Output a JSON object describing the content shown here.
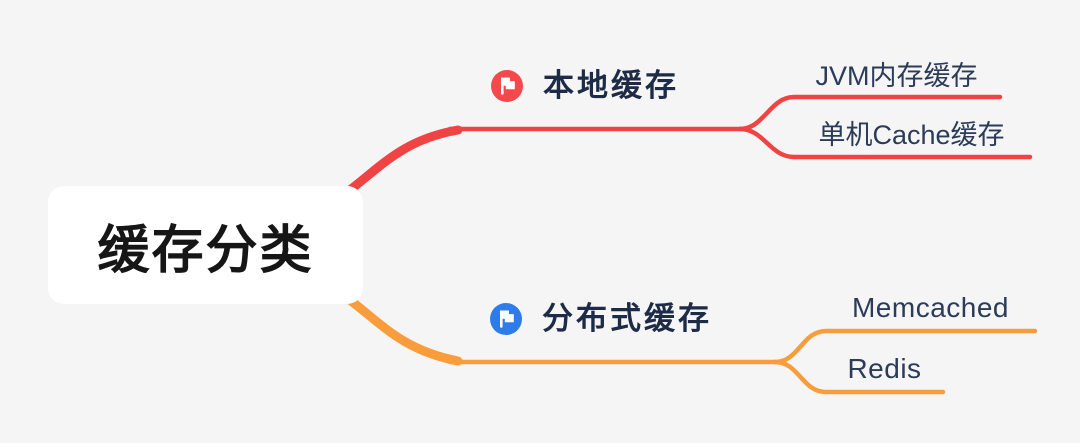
{
  "canvas": {
    "background": "#f5f5f6"
  },
  "colors": {
    "branch_local_line": "#f04444",
    "branch_distributed_line": "#f89c3c",
    "icon_local_circle": "#f4494c",
    "icon_distributed_circle": "#2d7ce9",
    "flag_glyph": "#ffffff",
    "root_text": "#161616",
    "node_text": "#1e2b47",
    "leaf_text": "#2b3b58",
    "root_bg": "#ffffff"
  },
  "root": {
    "label": "缓存分类"
  },
  "branches": [
    {
      "label": "本地缓存",
      "icon": "flag-icon",
      "children": [
        {
          "label": "JVM内存缓存"
        },
        {
          "label": "单机Cache缓存"
        }
      ]
    },
    {
      "label": "分布式缓存",
      "icon": "flag-icon",
      "children": [
        {
          "label": "Memcached"
        },
        {
          "label": "Redis"
        }
      ]
    }
  ]
}
